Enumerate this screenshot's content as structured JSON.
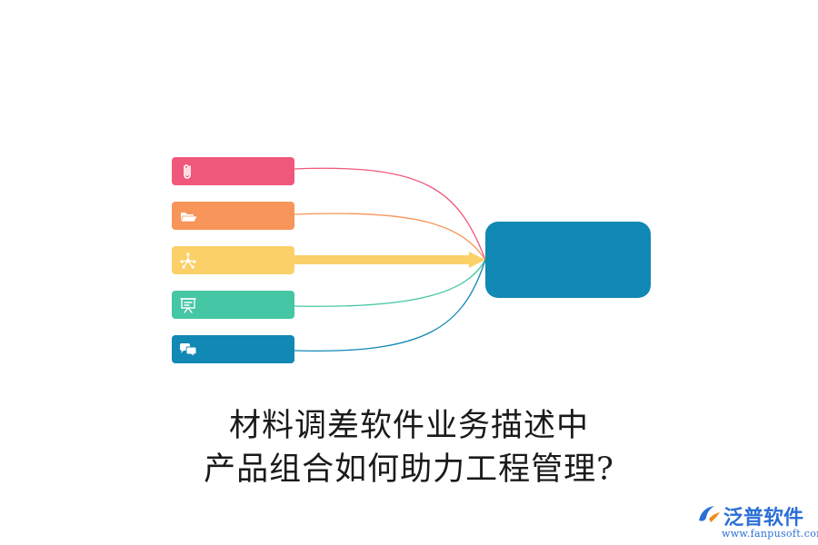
{
  "title": {
    "line1": "材料调差软件业务描述中",
    "line2": "产品组合如何助力工程管理?"
  },
  "colors": {
    "pink": "#f0587b",
    "orange": "#f7955a",
    "yellow": "#fcd068",
    "green": "#45c6a4",
    "blue": "#1288b4",
    "hub": "#1288b4",
    "logo_blue": "#2b6fd6",
    "logo_orange": "#f08a24"
  },
  "items": [
    {
      "icon": "paperclip-icon",
      "color": "pink"
    },
    {
      "icon": "folder-open-icon",
      "color": "orange"
    },
    {
      "icon": "network-icon",
      "color": "yellow"
    },
    {
      "icon": "presentation-icon",
      "color": "green"
    },
    {
      "icon": "chat-bubbles-icon",
      "color": "blue"
    }
  ],
  "logo": {
    "name": "泛普软件",
    "url": "www.fanpusoft.com"
  }
}
